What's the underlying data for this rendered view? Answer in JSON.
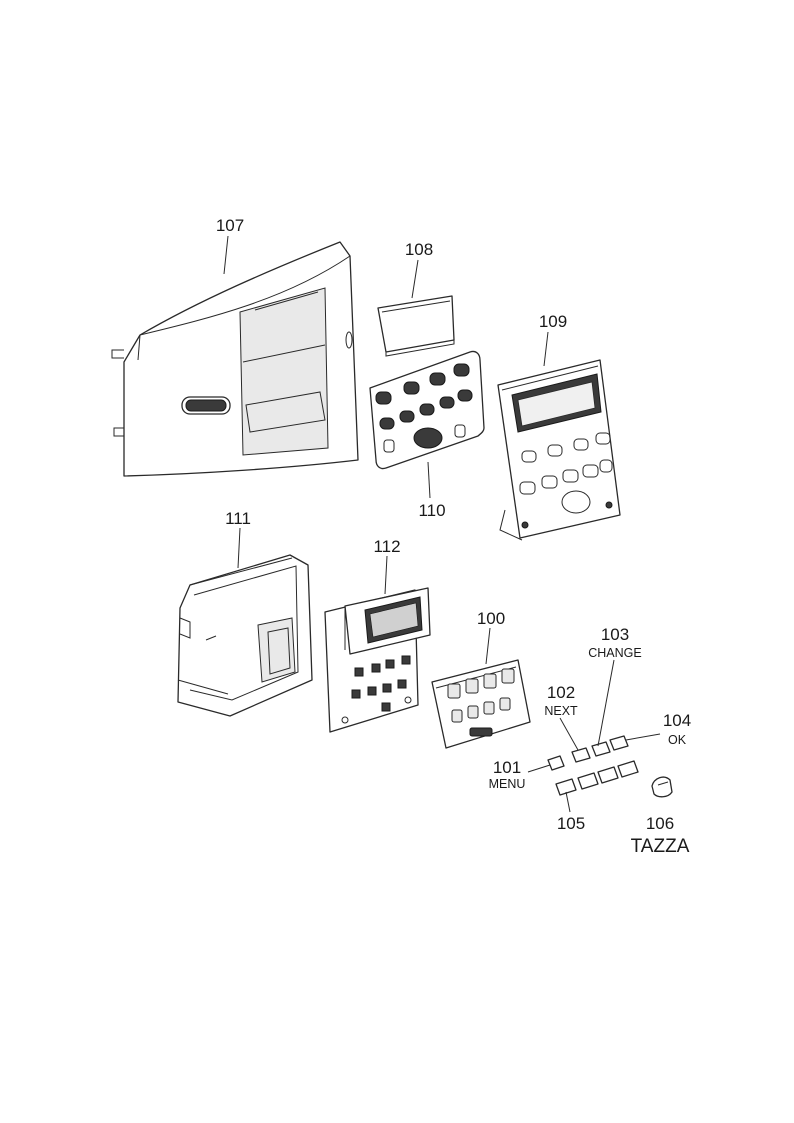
{
  "parts": [
    {
      "id": "p100",
      "number": "100",
      "name": ""
    },
    {
      "id": "p101",
      "number": "101",
      "name": "MENU"
    },
    {
      "id": "p102",
      "number": "102",
      "name": "NEXT"
    },
    {
      "id": "p103",
      "number": "103",
      "name": "CHANGE"
    },
    {
      "id": "p104",
      "number": "104",
      "name": "OK"
    },
    {
      "id": "p105",
      "number": "105",
      "name": ""
    },
    {
      "id": "p106",
      "number": "106",
      "name": "TAZZA"
    },
    {
      "id": "p107",
      "number": "107",
      "name": ""
    },
    {
      "id": "p108",
      "number": "108",
      "name": ""
    },
    {
      "id": "p109",
      "number": "109",
      "name": ""
    },
    {
      "id": "p110",
      "number": "110",
      "name": ""
    },
    {
      "id": "p111",
      "number": "111",
      "name": ""
    },
    {
      "id": "p112",
      "number": "112",
      "name": ""
    }
  ]
}
